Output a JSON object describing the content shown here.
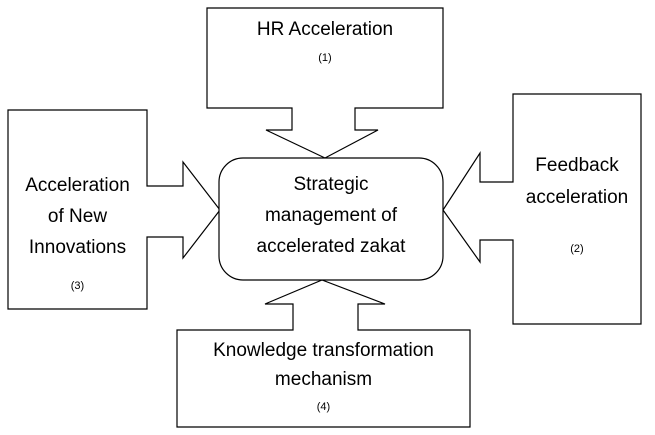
{
  "diagram": {
    "center": {
      "line1": "Strategic",
      "line2": "management of",
      "line3": "accelerated zakat"
    },
    "top": {
      "label": "HR Acceleration",
      "number": "(1)"
    },
    "right": {
      "line1": "Feedback",
      "line2": "acceleration",
      "number": "(2)"
    },
    "left": {
      "line1": "Acceleration",
      "line2": "of New",
      "line3": "Innovations",
      "number": "(3)"
    },
    "bottom": {
      "line1": "Knowledge transformation",
      "line2": "mechanism",
      "number": "(4)"
    }
  }
}
